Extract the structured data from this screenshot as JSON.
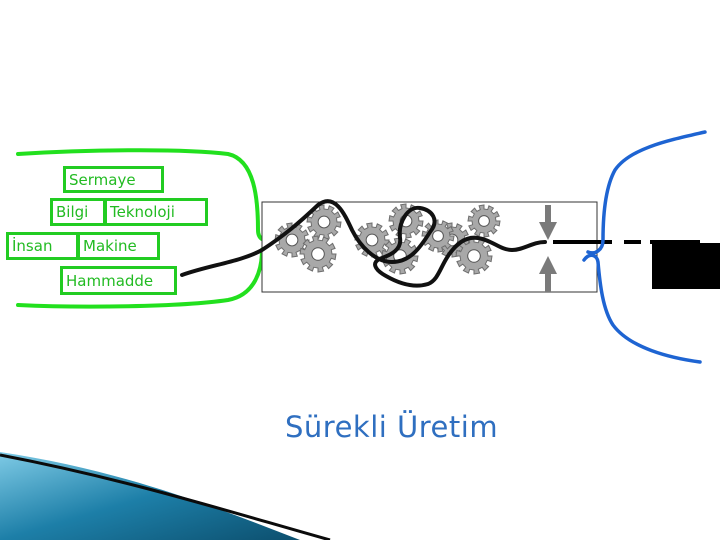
{
  "inputs": {
    "sermaye": "Sermaye",
    "bilgi": "Bilgi",
    "teknoloji": "Teknoloji",
    "insan": "İnsan",
    "makine": "Makine",
    "hammadde": "Hammadde"
  },
  "caption": "Sürekli Üretim",
  "colors": {
    "input_green": "#22cc22",
    "caption_blue": "#2f6fc0",
    "bracket_blue": "#1e64d2",
    "gear_gray": "#a8a8a8",
    "arrow_gray": "#7a7a7a",
    "output_black": "#000000",
    "accent_teal": "#1d7fa8"
  },
  "icons": [
    "gear-icon",
    "arrow-down-icon",
    "arrow-up-icon"
  ]
}
